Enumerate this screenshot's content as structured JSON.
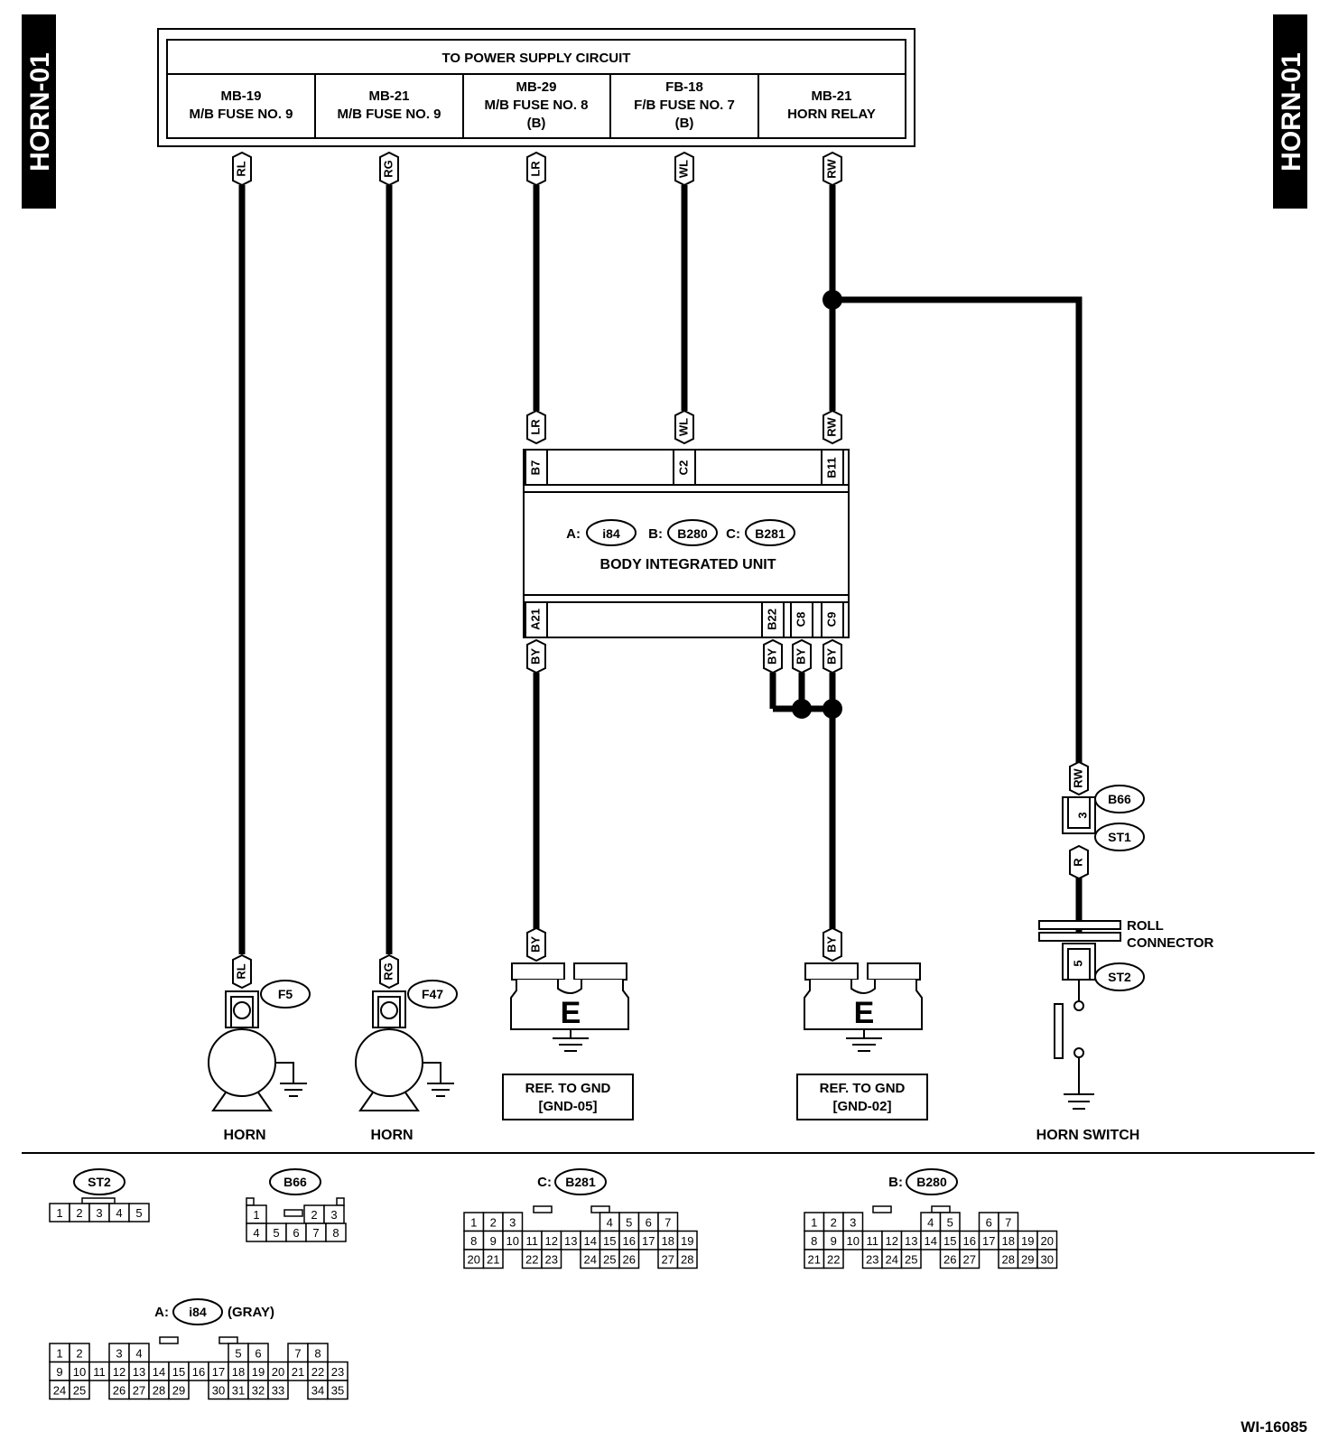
{
  "page_tag": "HORN-01",
  "figure_id": "WI-16085",
  "power_supply": {
    "title": "TO POWER SUPPLY CIRCUIT",
    "cells": [
      {
        "lines": [
          "MB-19",
          "M/B FUSE NO. 9"
        ]
      },
      {
        "lines": [
          "MB-21",
          "M/B FUSE NO. 9"
        ]
      },
      {
        "lines": [
          "MB-29",
          "M/B FUSE NO. 8",
          "(B)"
        ]
      },
      {
        "lines": [
          "FB-18",
          "F/B FUSE NO. 7",
          "(B)"
        ]
      },
      {
        "lines": [
          "MB-21",
          "HORN RELAY"
        ]
      }
    ]
  },
  "wire_colors": {
    "rl": "RL",
    "rg": "RG",
    "lr": "LR",
    "wl": "WL",
    "rw": "RW",
    "by": "BY",
    "r": "R"
  },
  "body_unit": {
    "name": "BODY INTEGRATED UNIT",
    "connector_a_prefix": "A:",
    "connector_a": "i84",
    "connector_b_prefix": "B:",
    "connector_b": "B280",
    "connector_c_prefix": "C:",
    "connector_c": "B281",
    "top_pins": [
      "B7",
      "C2",
      "B11"
    ],
    "bottom_pins": [
      "A21",
      "B22",
      "C8",
      "C9"
    ]
  },
  "horns": [
    {
      "connector": "F5",
      "label": "HORN"
    },
    {
      "connector": "F47",
      "label": "HORN"
    }
  ],
  "grounds": [
    {
      "symbol": "E",
      "ref_line1": "REF. TO GND",
      "ref_line2": "[GND-05]"
    },
    {
      "symbol": "E",
      "ref_line1": "REF. TO GND",
      "ref_line2": "[GND-02]"
    }
  ],
  "horn_switch": {
    "connector_upper": "B66",
    "connector_upper2": "ST1",
    "pin_upper": "3",
    "roll_connector_line1": "ROLL",
    "roll_connector_line2": "CONNECTOR",
    "connector_lower": "ST2",
    "pin_lower": "5",
    "label": "HORN SWITCH"
  },
  "connector_views": {
    "st2": {
      "name": "ST2",
      "rows": [
        [
          "1",
          "2",
          "3",
          "4",
          "5"
        ]
      ]
    },
    "b66": {
      "name": "B66",
      "rows": [
        [
          "1",
          "",
          "2",
          "3"
        ],
        [
          "4",
          "5",
          "6",
          "7",
          "8"
        ]
      ]
    },
    "b281": {
      "prefix": "C:",
      "name": "B281",
      "rows": [
        [
          "1",
          "2",
          "3",
          "",
          "",
          "",
          "",
          "4",
          "5",
          "6",
          "7"
        ],
        [
          "8",
          "9",
          "10",
          "11",
          "12",
          "13",
          "14",
          "15",
          "16",
          "17",
          "18",
          "19"
        ],
        [
          "20",
          "21",
          "",
          "22",
          "23",
          "",
          "24",
          "25",
          "26",
          "",
          "27",
          "28"
        ]
      ]
    },
    "b280": {
      "prefix": "B:",
      "name": "B280",
      "rows": [
        [
          "1",
          "2",
          "3",
          "",
          "",
          "",
          "4",
          "5",
          "",
          "6",
          "7"
        ],
        [
          "8",
          "9",
          "10",
          "11",
          "12",
          "13",
          "14",
          "15",
          "16",
          "17",
          "18",
          "19",
          "20"
        ],
        [
          "21",
          "22",
          "",
          "23",
          "24",
          "25",
          "",
          "26",
          "27",
          "",
          "28",
          "29",
          "30"
        ]
      ]
    },
    "i84": {
      "prefix": "A:",
      "name": "i84",
      "suffix": "(GRAY)",
      "rows": [
        [
          "1",
          "2",
          "",
          "3",
          "4",
          "",
          "",
          "",
          "",
          "5",
          "6",
          "",
          "7",
          "8"
        ],
        [
          "9",
          "10",
          "11",
          "12",
          "13",
          "14",
          "15",
          "16",
          "17",
          "18",
          "19",
          "20",
          "21",
          "22",
          "23"
        ],
        [
          "24",
          "25",
          "",
          "26",
          "27",
          "28",
          "29",
          "",
          "30",
          "31",
          "32",
          "33",
          "",
          "34",
          "35"
        ]
      ]
    }
  }
}
